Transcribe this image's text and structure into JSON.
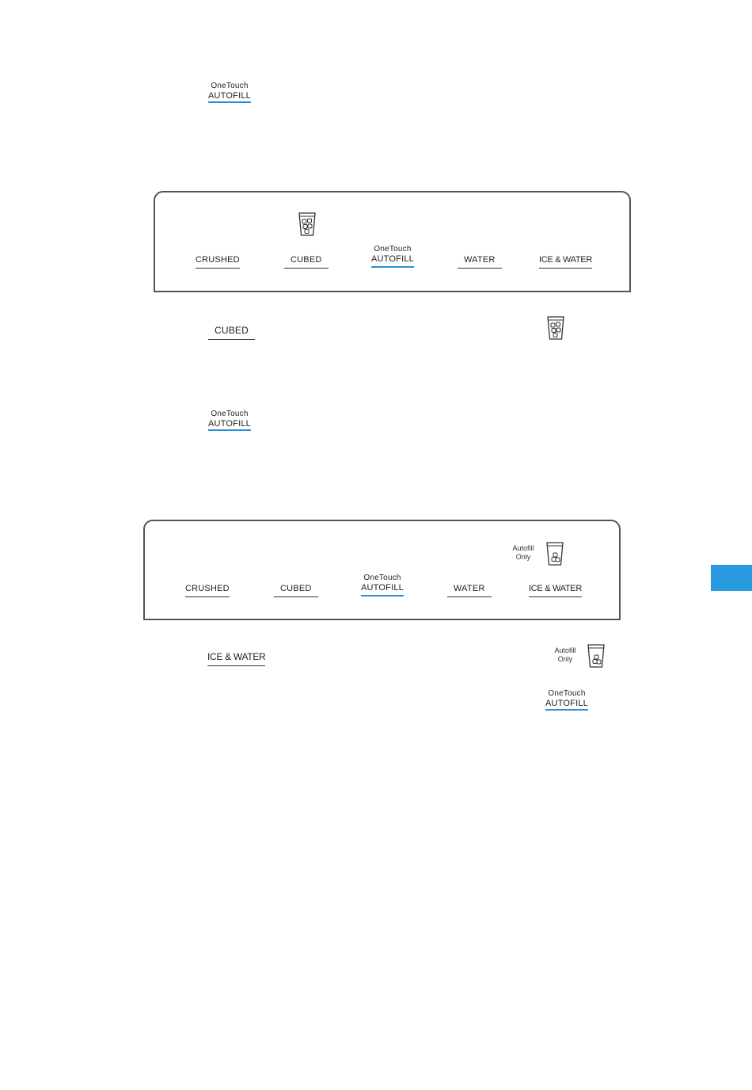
{
  "top_key": {
    "line1": "OneTouch",
    "line2": "AUTOFILL"
  },
  "panel_a": {
    "buttons": [
      {
        "label": "CRUSHED"
      },
      {
        "label": "CUBED"
      },
      {
        "line1": "OneTouch",
        "line2": "AUTOFILL"
      },
      {
        "label": "WATER"
      },
      {
        "label": "ICE & WATER"
      }
    ]
  },
  "row_cubed": {
    "label": "CUBED"
  },
  "mid_key": {
    "line1": "OneTouch",
    "line2": "AUTOFILL"
  },
  "panel_b": {
    "autofill_note": {
      "line1": "Autofill",
      "line2": "Only"
    },
    "buttons": [
      {
        "label": "CRUSHED"
      },
      {
        "label": "CUBED"
      },
      {
        "line1": "OneTouch",
        "line2": "AUTOFILL"
      },
      {
        "label": "WATER"
      },
      {
        "label": "ICE & WATER"
      }
    ]
  },
  "row_icewater": {
    "label": "ICE & WATER",
    "autofill_note": {
      "line1": "Autofill",
      "line2": "Only"
    }
  },
  "bottom_key": {
    "line1": "OneTouch",
    "line2": "AUTOFILL"
  },
  "colors": {
    "accent": "#2a8fd8",
    "tab": "#2a9ae0",
    "outline": "#555555"
  }
}
